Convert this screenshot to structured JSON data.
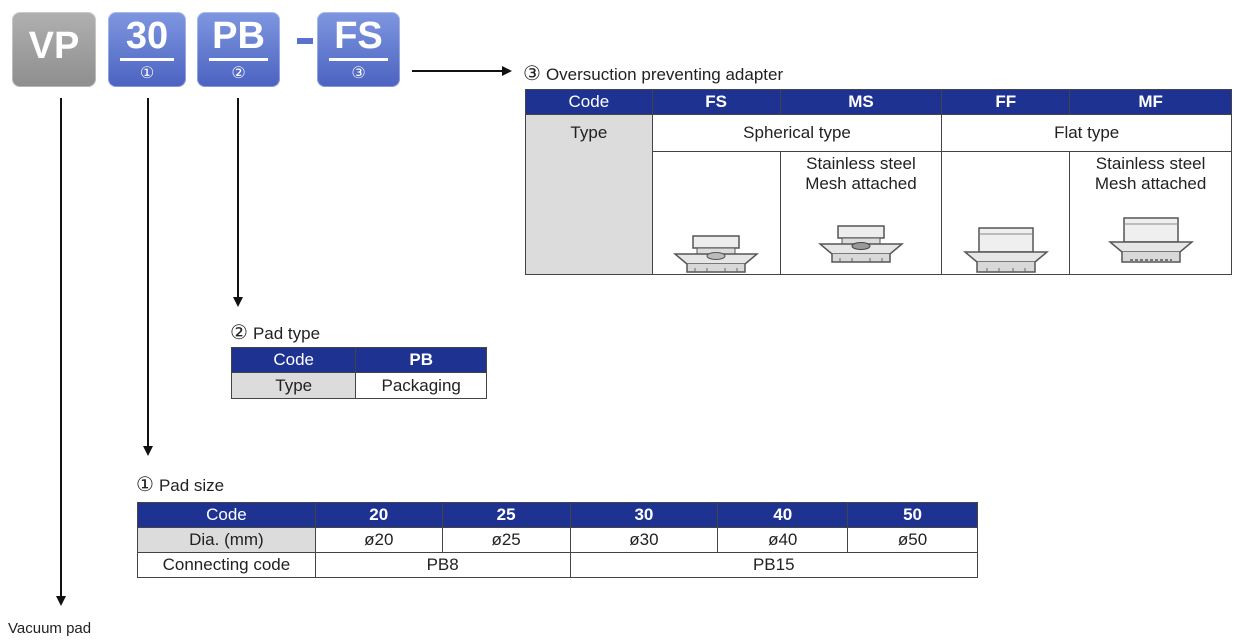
{
  "model_code": {
    "prefix": "VP",
    "segments": [
      {
        "code": "30",
        "index": "①"
      },
      {
        "code": "PB",
        "index": "②"
      },
      {
        "code": "FS",
        "index": "③"
      }
    ]
  },
  "adapter": {
    "title": "Oversuction preventing adapter",
    "num": "③",
    "header_label": "Code",
    "codes": [
      "FS",
      "MS",
      "FF",
      "MF"
    ],
    "type_label": "Type",
    "spherical": "Spherical type",
    "flat": "Flat type",
    "mesh_line1": "Stainless steel",
    "mesh_line2": "Mesh attached"
  },
  "pad_type": {
    "title": "Pad type",
    "num": "②",
    "header_label": "Code",
    "code": "PB",
    "type_label": "Type",
    "type_value": "Packaging"
  },
  "pad_size": {
    "title": "Pad size",
    "num": "①",
    "header_label": "Code",
    "codes": [
      "20",
      "25",
      "30",
      "40",
      "50"
    ],
    "dia_label": "Dia. (mm)",
    "diameters": [
      "ø20",
      "ø25",
      "ø30",
      "ø40",
      "ø50"
    ],
    "connecting_label": "Connecting code",
    "connecting": [
      "PB8",
      "PB15"
    ]
  },
  "vacuum_pad_label": "Vacuum pad",
  "colors": {
    "header": "#1e3391",
    "box_blue": "#5a72cc",
    "box_gray": "#9a9a9a",
    "label_cell": "#dcdcdc"
  }
}
